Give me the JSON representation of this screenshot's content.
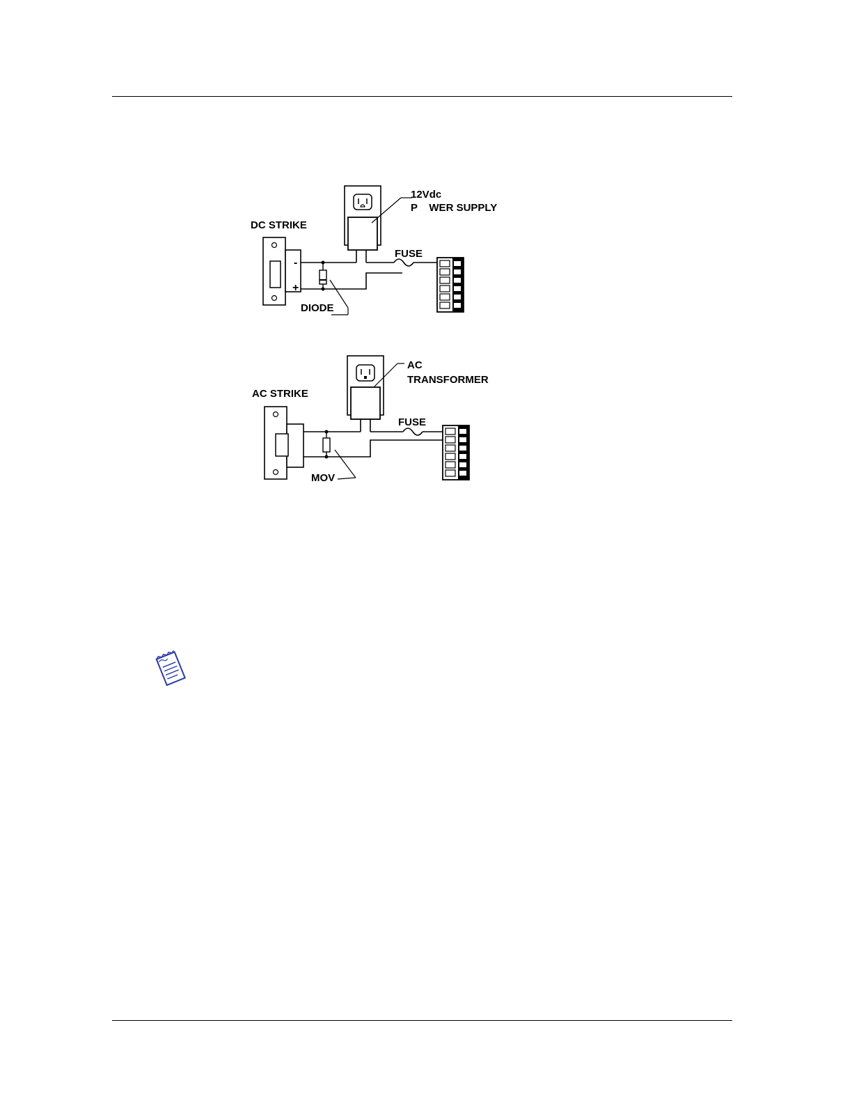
{
  "dc_diagram": {
    "strike_label": "DC STRIKE",
    "supply_line1": "12Vdc",
    "supply_line2": "P    WER SUPPLY",
    "fuse_label": "FUSE",
    "diode_label": "DIODE",
    "minus_sign": "-",
    "plus_sign": "+"
  },
  "ac_diagram": {
    "strike_label": "AC STRIKE",
    "supply_line1": "AC",
    "supply_line2": "TRANSFORMER",
    "fuse_label": "FUSE",
    "mov_label": "MOV"
  },
  "icons": {
    "note": "note-pad-icon"
  }
}
